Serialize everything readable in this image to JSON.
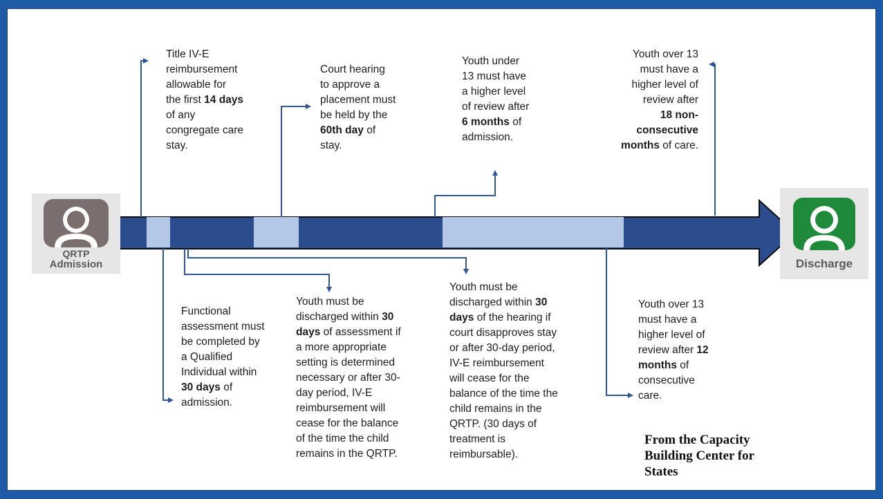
{
  "colors": {
    "frame": "#1f5aa6",
    "timeline": "#2b4d8e",
    "highlight": "#b4c7e7",
    "arrow": "#2e5597",
    "admission_icon": "#7a6e6e",
    "discharge_icon": "#1f8a3a"
  },
  "admission": {
    "label_line1": "QRTP",
    "label_line2": "Admission",
    "icon": "person-icon"
  },
  "discharge": {
    "label": "Discharge",
    "icon": "person-icon"
  },
  "notes_above": [
    {
      "id": "title-ive",
      "parts": [
        [
          "Title IV-E",
          0
        ],
        [
          "reimbursement",
          0
        ],
        [
          "allowable for",
          0
        ],
        [
          "the first ",
          0,
          "14 days",
          1
        ],
        [
          "of any",
          0
        ],
        [
          "congregate care",
          0
        ],
        [
          "stay.",
          0
        ]
      ]
    },
    {
      "id": "court-hearing",
      "parts": [
        [
          "Court hearing",
          0
        ],
        [
          "to approve a",
          0
        ],
        [
          "placement must",
          0
        ],
        [
          "be held by the",
          0
        ],
        [
          "",
          0,
          "60th day",
          1,
          " of"
        ],
        [
          "stay.",
          0
        ]
      ]
    },
    {
      "id": "under-13",
      "parts": [
        [
          "Youth under",
          0
        ],
        [
          "13 must have",
          0
        ],
        [
          "a higher level",
          0
        ],
        [
          "of review after",
          0
        ],
        [
          "",
          0,
          "6 months",
          1,
          " of"
        ],
        [
          "admission.",
          0
        ]
      ]
    },
    {
      "id": "over-13-nonconsec",
      "parts": [
        [
          "Youth over 13",
          0
        ],
        [
          "must have a",
          0
        ],
        [
          "higher level of",
          0
        ],
        [
          "review after",
          0
        ],
        [
          "",
          0,
          "18 non-",
          1
        ],
        [
          "",
          0,
          "consecutive",
          1
        ],
        [
          "",
          0,
          "months",
          1,
          " of care."
        ]
      ]
    }
  ],
  "notes_below": [
    {
      "id": "functional-assessment",
      "parts": [
        [
          "Functional",
          0
        ],
        [
          "assessment must",
          0
        ],
        [
          "be completed by",
          0
        ],
        [
          "a Qualified",
          0
        ],
        [
          "Individual within",
          0
        ],
        [
          "",
          0,
          "30 days",
          1,
          " of"
        ],
        [
          "admission.",
          0
        ]
      ]
    },
    {
      "id": "discharge-assessment",
      "parts": [
        [
          "Youth must be",
          0
        ],
        [
          "discharged within ",
          0,
          "30",
          1
        ],
        [
          "",
          0,
          "days",
          1,
          " of assessment if"
        ],
        [
          "a more appropriate",
          0
        ],
        [
          "setting is determined",
          0
        ],
        [
          "necessary or after 30-",
          0
        ],
        [
          "day period, IV-E",
          0
        ],
        [
          "reimbursement will",
          0
        ],
        [
          "cease for the balance",
          0
        ],
        [
          "of the time the child",
          0
        ],
        [
          "remains in the QRTP.",
          0
        ]
      ]
    },
    {
      "id": "discharge-hearing",
      "parts": [
        [
          "Youth must be",
          0
        ],
        [
          "discharged within ",
          0,
          "30",
          1
        ],
        [
          "",
          0,
          "days",
          1,
          " of the hearing if"
        ],
        [
          "court disapproves stay",
          0
        ],
        [
          "or after 30-day period,",
          0
        ],
        [
          "IV-E reimbursement",
          0
        ],
        [
          "will cease for the",
          0
        ],
        [
          "balance of the time the",
          0
        ],
        [
          "child remains in the",
          0
        ],
        [
          "QRTP. (30 days of",
          0
        ],
        [
          "treatment is",
          0
        ],
        [
          "reimbursable).",
          0
        ]
      ]
    },
    {
      "id": "over-13-consec",
      "parts": [
        [
          "Youth over 13",
          0
        ],
        [
          "must have a",
          0
        ],
        [
          "higher level of",
          0
        ],
        [
          "review after ",
          0,
          "12",
          1
        ],
        [
          "",
          0,
          "months",
          1,
          " of"
        ],
        [
          "consecutive",
          0
        ],
        [
          "care.",
          0
        ]
      ]
    }
  ],
  "credit": {
    "line1": "From the Capacity",
    "line2": "Building Center for",
    "line3": "States"
  }
}
